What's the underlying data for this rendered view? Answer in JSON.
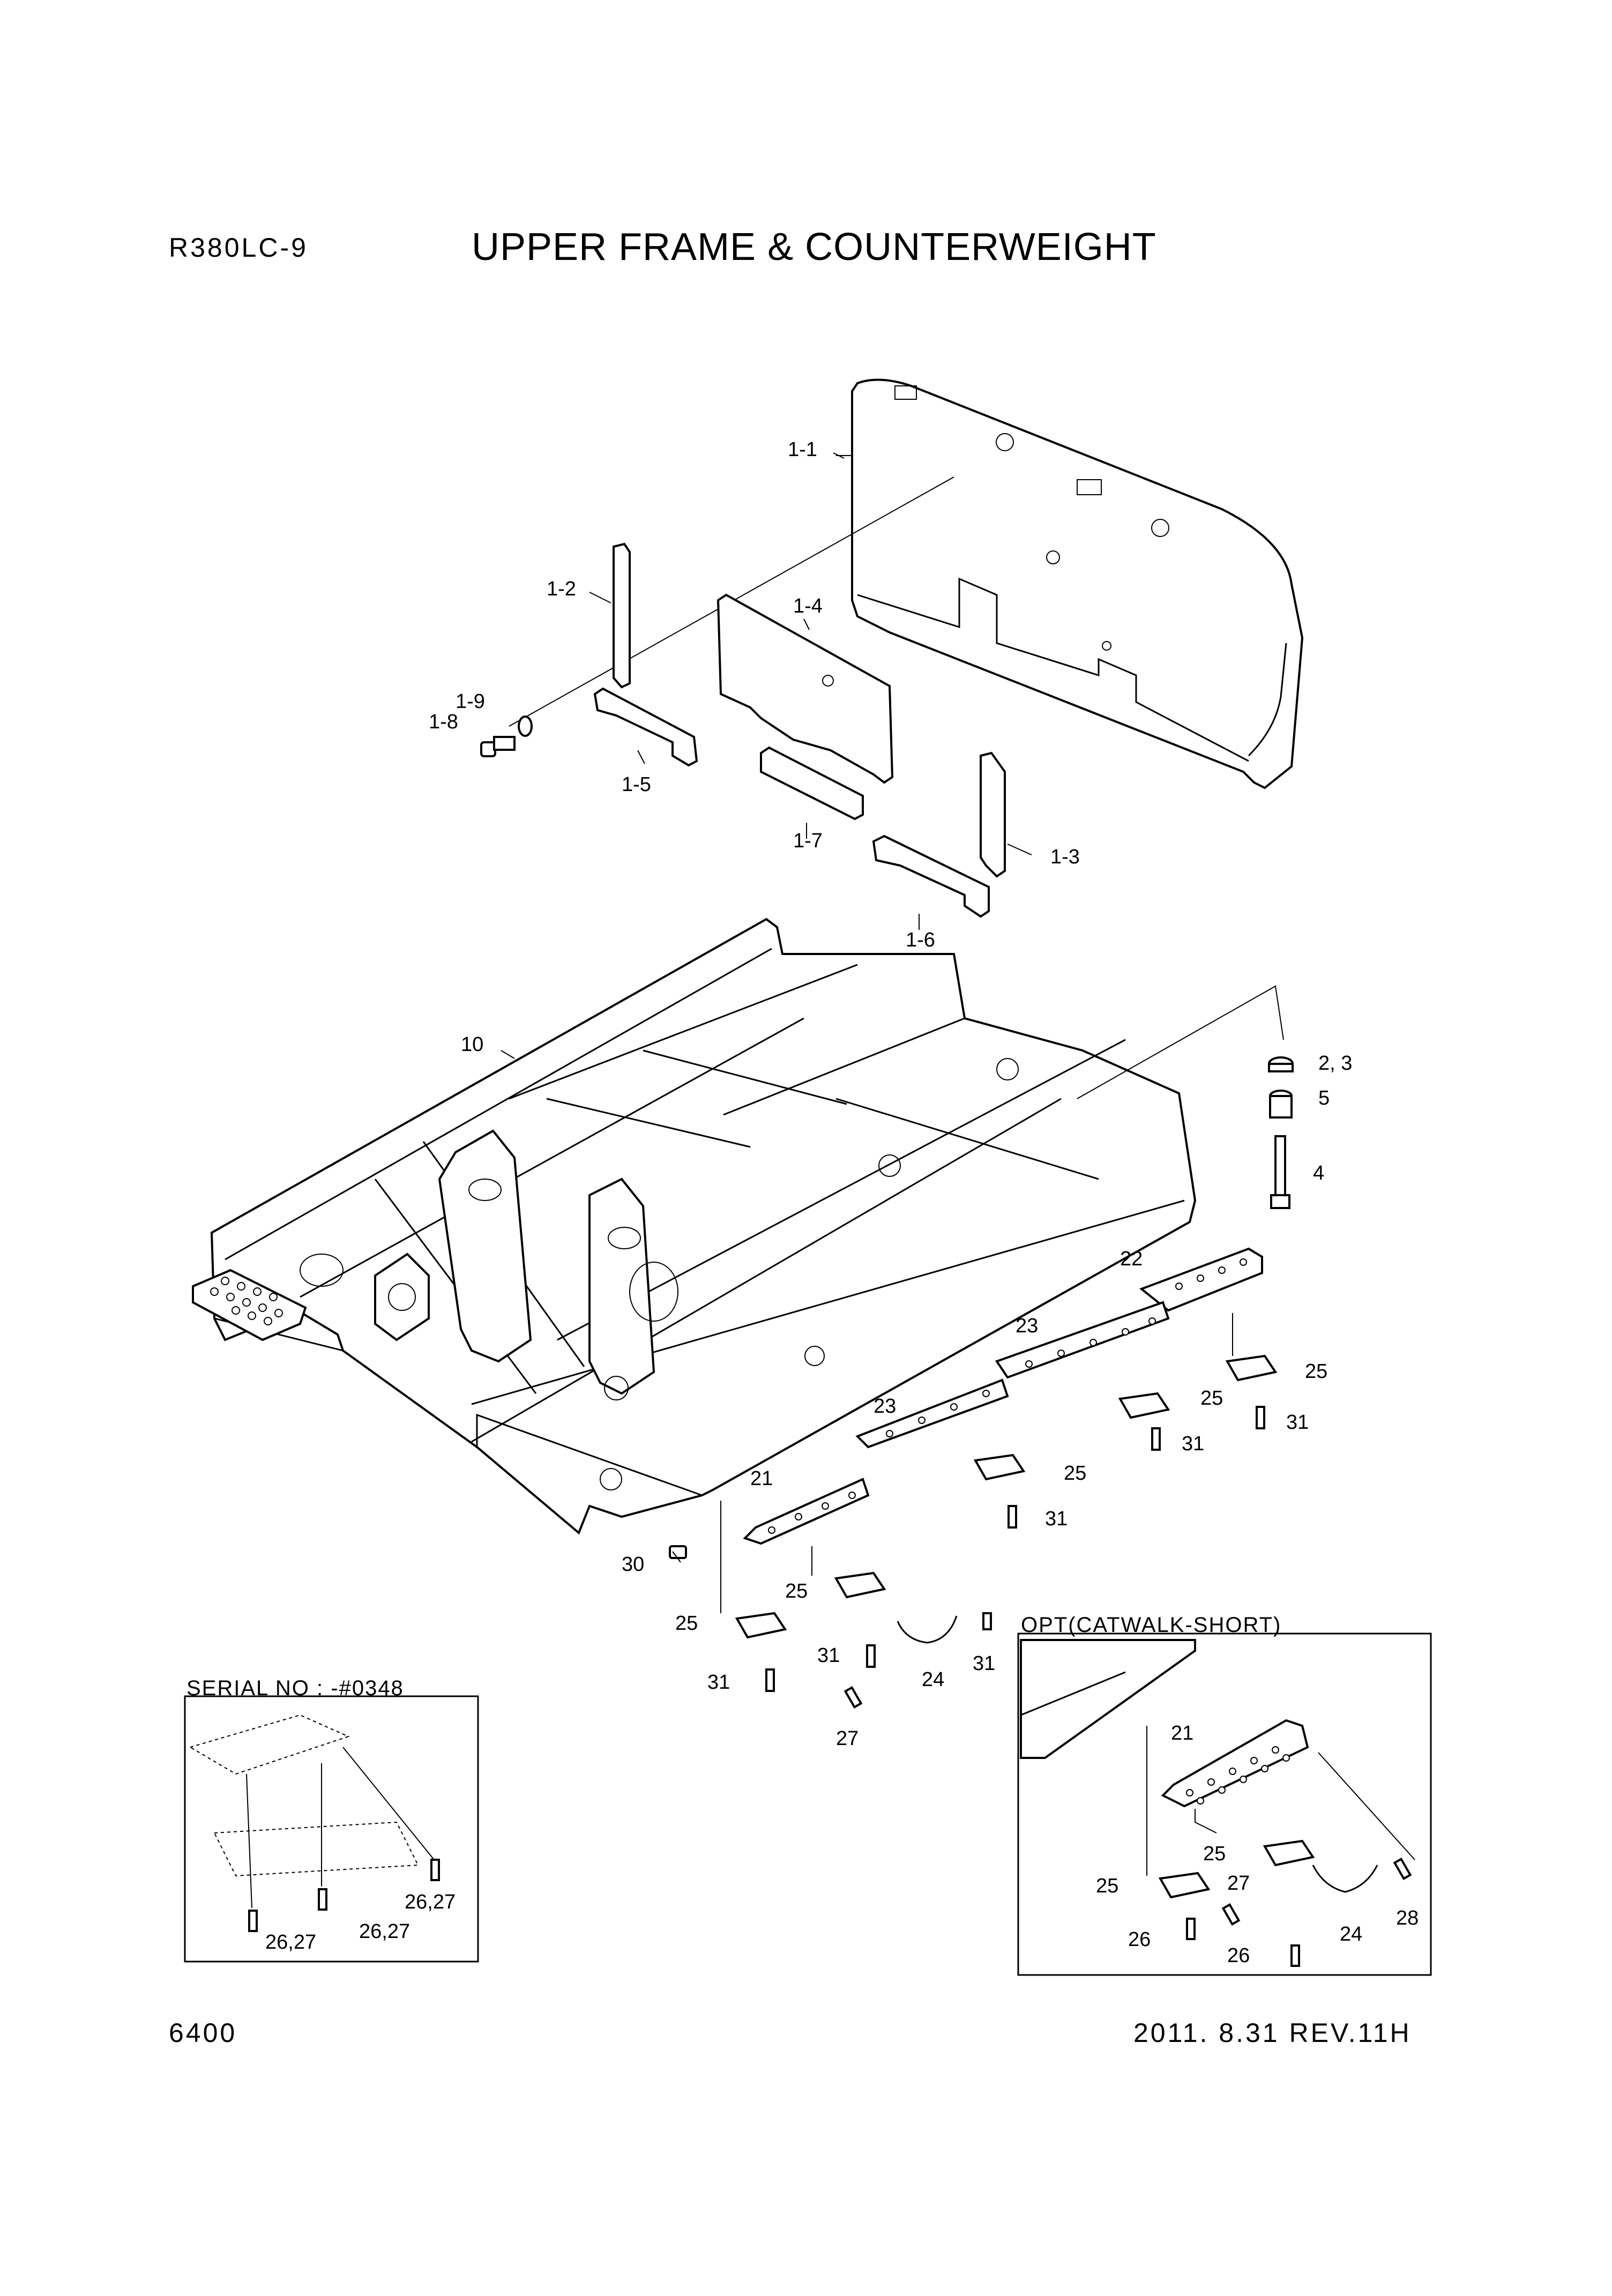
{
  "header": {
    "model": "R380LC-9",
    "title": "UPPER FRAME & COUNTERWEIGHT"
  },
  "footer": {
    "page_number": "6400",
    "revision": "2011. 8.31  REV.11H"
  },
  "insets": {
    "serial_title": "SERIAL NO : -#0348",
    "option_title": "OPT(CATWALK-SHORT)"
  },
  "labels": {
    "l_1_1": "1-1",
    "l_1_2": "1-2",
    "l_1_3": "1-3",
    "l_1_4": "1-4",
    "l_1_5": "1-5",
    "l_1_6": "1-6",
    "l_1_7": "1-7",
    "l_1_8": "1-8",
    "l_1_9": "1-9",
    "l_10": "10",
    "l_2_3": "2, 3",
    "l_5": "5",
    "l_4": "4",
    "l_22": "22",
    "l_23a": "23",
    "l_23b": "23",
    "l_21": "21",
    "l_25a": "25",
    "l_25b": "25",
    "l_25c": "25",
    "l_25d": "25",
    "l_25e": "25",
    "l_31a": "31",
    "l_31b": "31",
    "l_31c": "31",
    "l_31d": "31",
    "l_31e": "31",
    "l_30": "30",
    "l_24": "24",
    "l_27": "27",
    "s_26_27a": "26,27",
    "s_26_27b": "26,27",
    "s_26_27c": "26,27",
    "o_21": "21",
    "o_25a": "25",
    "o_25b": "25",
    "o_27": "27",
    "o_28": "28",
    "o_24": "24",
    "o_26a": "26",
    "o_26b": "26"
  }
}
